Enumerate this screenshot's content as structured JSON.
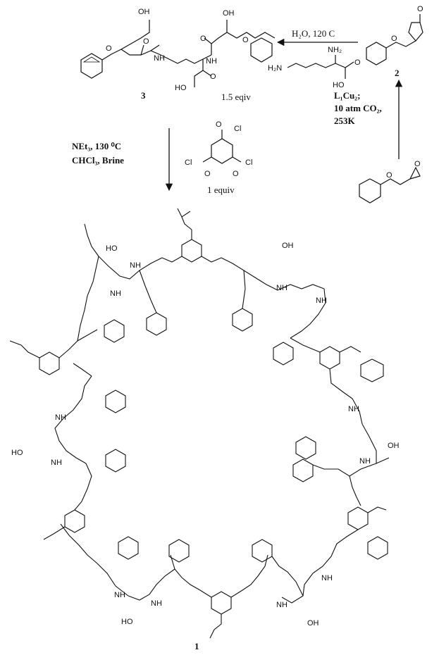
{
  "compounds": {
    "c3_number": "3",
    "c2_number": "2",
    "c1_number": "1"
  },
  "reagents": {
    "water_cond": "H₂O, 120 C",
    "eq_3": "1.5 eqiv",
    "eq_acyl": "1 equiv",
    "cat_line1": "L₁Cu₂;",
    "cat_line2": "10 atm CO₂,",
    "cat_line3": "253K",
    "base_line1": "NEt₃, 130 ⁰C",
    "base_line2": "CHCl₃, Brine"
  },
  "atom_labels": {
    "oh": "OH",
    "o": "O",
    "nh": "NH",
    "nh2": "NH₂",
    "h2n": "H₂N",
    "ho": "HO",
    "cl": "Cl"
  }
}
